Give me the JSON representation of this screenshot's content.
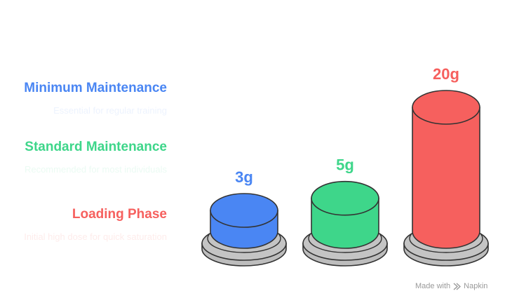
{
  "legend": [
    {
      "title": "Minimum Maintenance",
      "desc": "Essential for regular training",
      "color": "#4a86f3"
    },
    {
      "title": "Standard Maintenance",
      "desc": "Recommended for most individuals",
      "color": "#3ed68a"
    },
    {
      "title": "Loading Phase",
      "desc": "Initial high dose for quick saturation",
      "color": "#f6605e"
    }
  ],
  "chart_data": {
    "type": "bar",
    "categories": [
      "Minimum Maintenance",
      "Standard Maintenance",
      "Loading Phase"
    ],
    "values": [
      3,
      5,
      20
    ],
    "data_labels": [
      "3g",
      "5g",
      "20g"
    ],
    "colors": [
      "#4a86f3",
      "#3ed68a",
      "#f6605e"
    ],
    "unit": "g"
  },
  "footer": {
    "text": "Made with",
    "brand": "Napkin",
    "icon": "napkin-logo-icon"
  }
}
